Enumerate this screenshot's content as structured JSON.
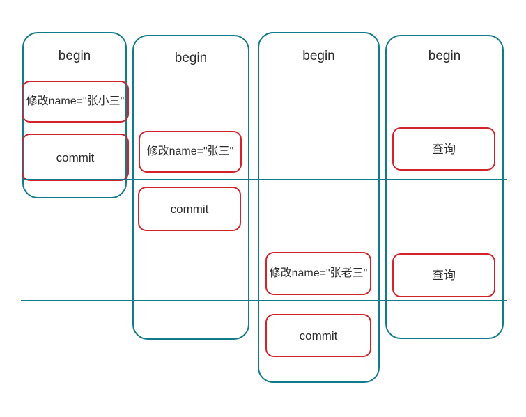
{
  "diagram": {
    "type": "transaction-timeline",
    "colors": {
      "lane_border": "#117a8b",
      "operation_border": "#d2232a",
      "text": "#2b2b2b",
      "background": "#ffffff"
    },
    "lanes": [
      {
        "id": "transaction-1",
        "label": "begin",
        "operations": [
          {
            "id": "op-update-zhangxiaosan",
            "text": "修改name=\"张小三\""
          },
          {
            "id": "op-commit-1",
            "text": "commit"
          }
        ]
      },
      {
        "id": "transaction-2",
        "label": "begin",
        "operations": [
          {
            "id": "op-update-zhangsan",
            "text": "修改name=\"张三\""
          },
          {
            "id": "op-commit-2",
            "text": "commit"
          }
        ]
      },
      {
        "id": "transaction-3",
        "label": "begin",
        "operations": [
          {
            "id": "op-update-zhanglaosan",
            "text": "修改name=\"张老三\""
          },
          {
            "id": "op-commit-3",
            "text": "commit"
          }
        ]
      },
      {
        "id": "transaction-4",
        "label": "begin",
        "operations": [
          {
            "id": "op-query-1",
            "text": "查询"
          },
          {
            "id": "op-query-2",
            "text": "查询"
          }
        ]
      }
    ],
    "timelines": [
      {
        "id": "timeline-1"
      },
      {
        "id": "timeline-2"
      }
    ]
  }
}
